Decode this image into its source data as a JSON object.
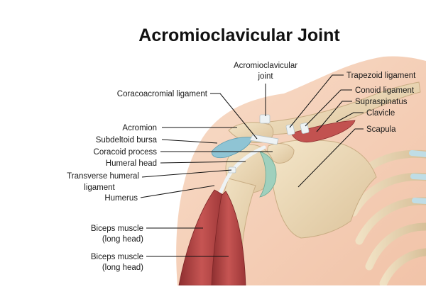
{
  "title": "Acromioclavicular Joint",
  "labels": {
    "ac_joint_line1": "Acromioclavicular",
    "ac_joint_line2": "joint",
    "coracoacromial": "Coracoacromial ligament",
    "acromion": "Acromion",
    "subdeltoid": "Subdeltoid bursa",
    "coracoid": "Coracoid process",
    "humeral_head": "Humeral head",
    "transverse_line1": "Transverse humeral",
    "transverse_line2": "ligament",
    "humerus": "Humerus",
    "biceps1_line1": "Biceps muscle",
    "biceps1_line2": "(long head)",
    "biceps2_line1": "Biceps muscle",
    "biceps2_line2": "(long head)",
    "trapezoid": "Trapezoid ligament",
    "conoid": "Conoid ligament",
    "supraspinatus": "Supraspinatus",
    "clavicle": "Clavicle",
    "scapula": "Scapula"
  },
  "colors": {
    "skin": "#f6d3bd",
    "bone": "#ecd9b6",
    "muscle": "#b84645",
    "bursa": "#8fc4d4",
    "cartilage": "#9fd0bd",
    "ligament": "#eef3f5"
  }
}
